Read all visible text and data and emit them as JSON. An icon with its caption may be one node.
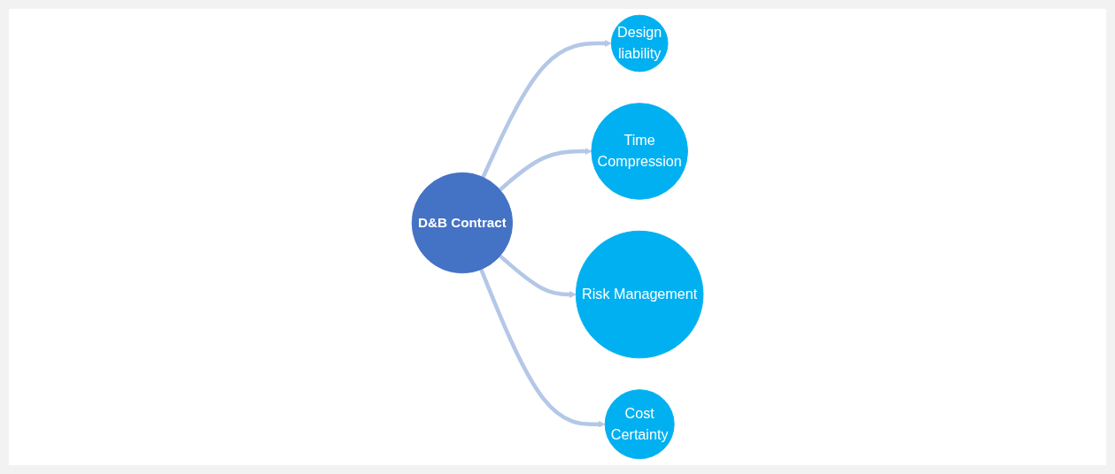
{
  "diagram": {
    "nodes": [
      {
        "text": [
          "Design",
          "liability"
        ]
      },
      {
        "text": [
          "Time",
          "Compression"
        ]
      },
      {
        "text": [
          "D&B Contract"
        ]
      },
      {
        "text": [
          "Risk Management"
        ]
      },
      {
        "text": [
          "Cost",
          "Certainty"
        ]
      }
    ],
    "edges": [
      {
        "from": 2,
        "to": 0,
        "arrow": "to"
      },
      {
        "from": 2,
        "to": 1,
        "arrow": "to"
      },
      {
        "from": 2,
        "to": 3,
        "arrow": "to"
      },
      {
        "from": 2,
        "to": 4,
        "arrow": "to"
      }
    ]
  }
}
